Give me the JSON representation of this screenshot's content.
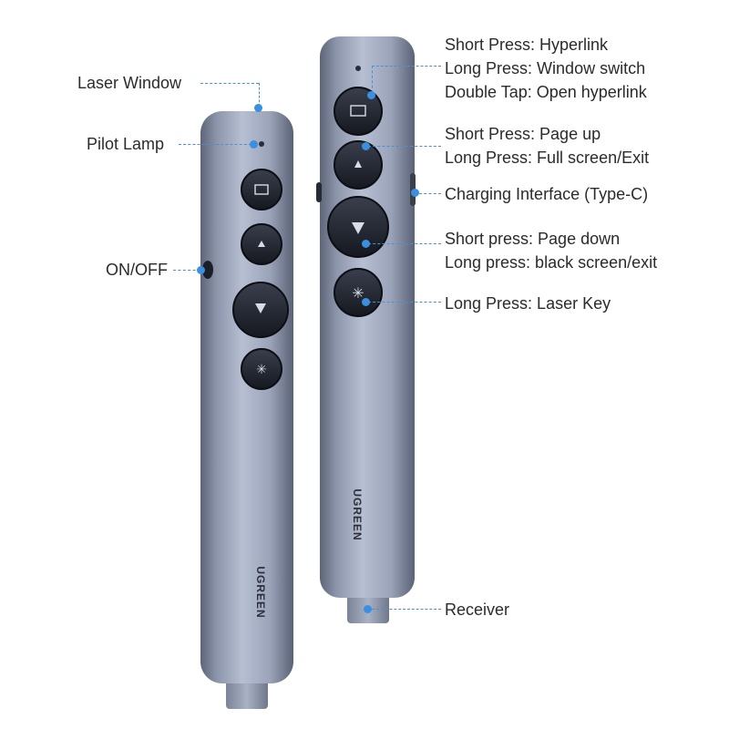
{
  "labels": {
    "laser_window": "Laser Window",
    "pilot_lamp": "Pilot Lamp",
    "on_off": "ON/OFF",
    "hyperlink_key": {
      "line1": "Short Press: Hyperlink",
      "line2": "Long Press: Window switch",
      "line3": "Double Tap: Open hyperlink"
    },
    "page_up_key": {
      "line1": "Short Press: Page up",
      "line2": "Long Press: Full screen/Exit"
    },
    "charging": "Charging Interface (Type-C)",
    "page_down_key": {
      "line1": "Short press: Page down",
      "line2": "Long press: black screen/exit"
    },
    "laser_key": "Long Press: Laser Key",
    "receiver": "Receiver"
  },
  "brand": {
    "left_device": "UGREEN",
    "right_device": "UGREEN"
  },
  "colors": {
    "callout": "#4a90d9",
    "body_light": "#a9b2c6",
    "body_dark": "#6b7386",
    "button": "#1e2230"
  }
}
